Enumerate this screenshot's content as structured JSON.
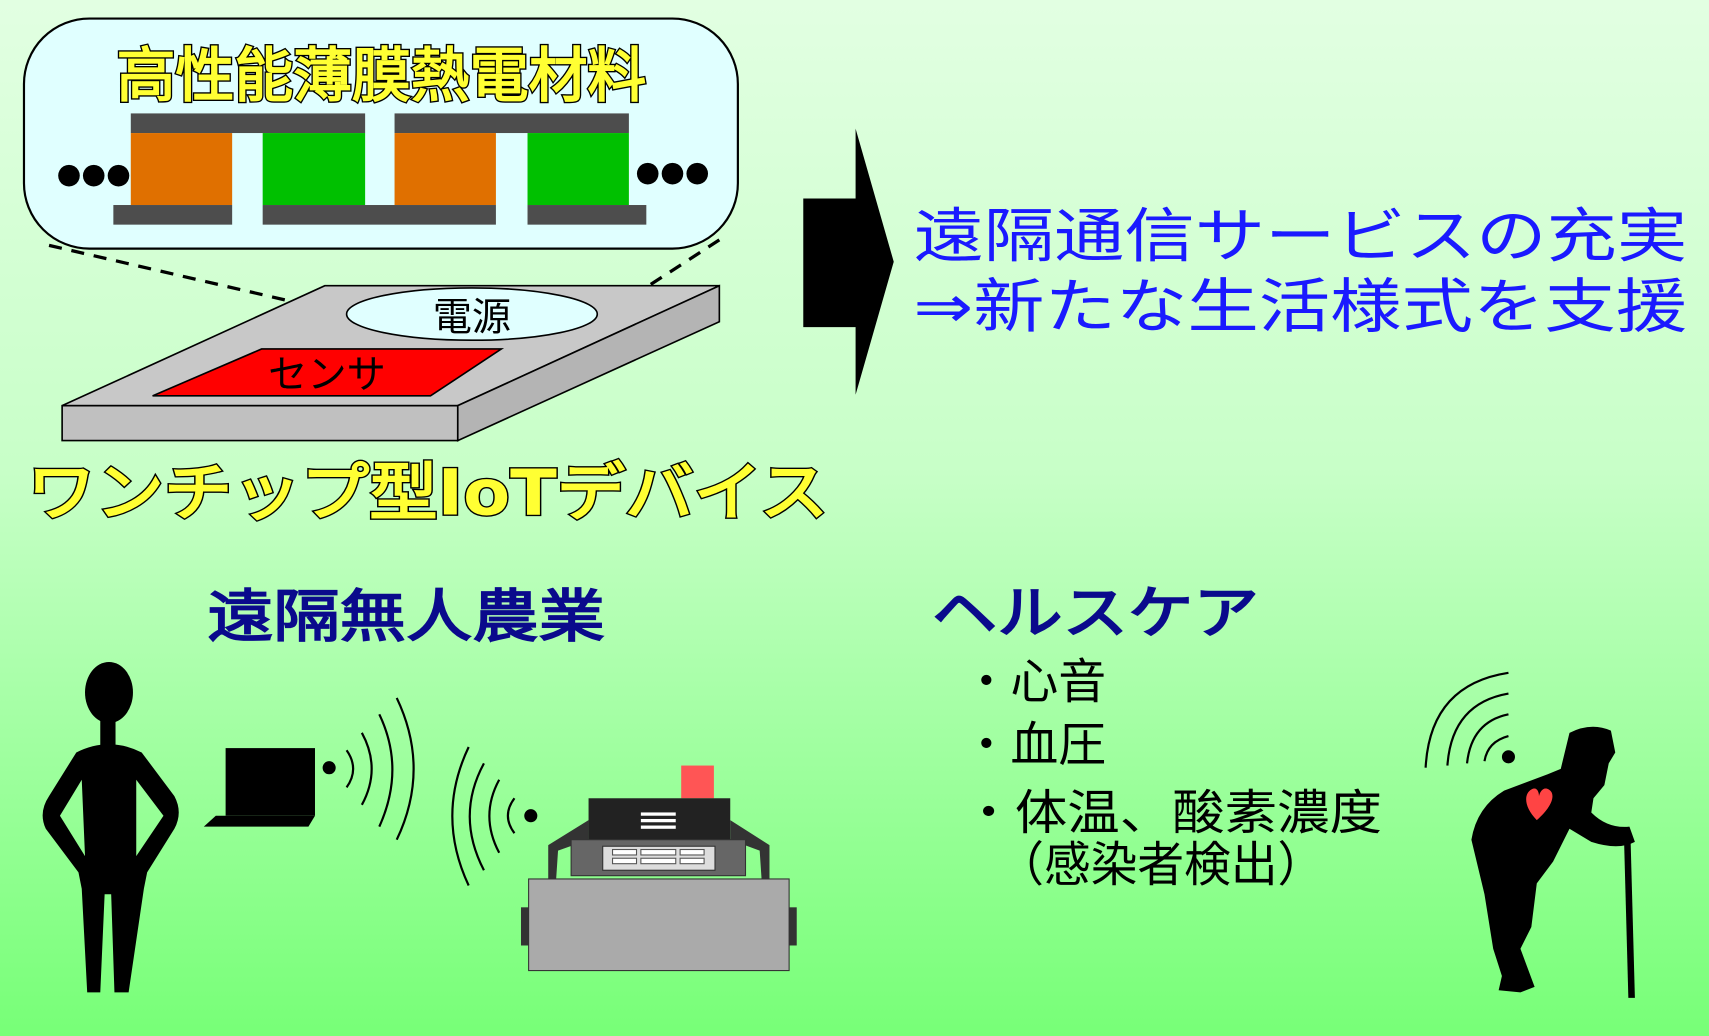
{
  "bubble": {
    "title": "高性能薄膜熱電材料",
    "dots_left": "●●●",
    "dots_right": "●●●"
  },
  "chip": {
    "power_label": "電源",
    "sensor_label": "センサ",
    "caption": "ワンチップ型IoTデバイス"
  },
  "outcome": {
    "line1": "遠隔通信サービスの充実",
    "line2": "⇒新たな生活様式を支援"
  },
  "agriculture": {
    "title": "遠隔無人農業"
  },
  "healthcare": {
    "title": "ヘルスケア",
    "items": [
      "・心音",
      "・血圧",
      "・体温、酸素濃度"
    ],
    "note": "（感染者検出）"
  },
  "colors": {
    "bg_top": "#dcffdc",
    "bg_bottom": "#77ff77",
    "orange": "#e07000",
    "green": "#00c000",
    "electrode": "#4d4d4d",
    "sensor": "#ff0000",
    "blue_text": "#1a1aff",
    "navy_text": "#0a0a8c"
  }
}
